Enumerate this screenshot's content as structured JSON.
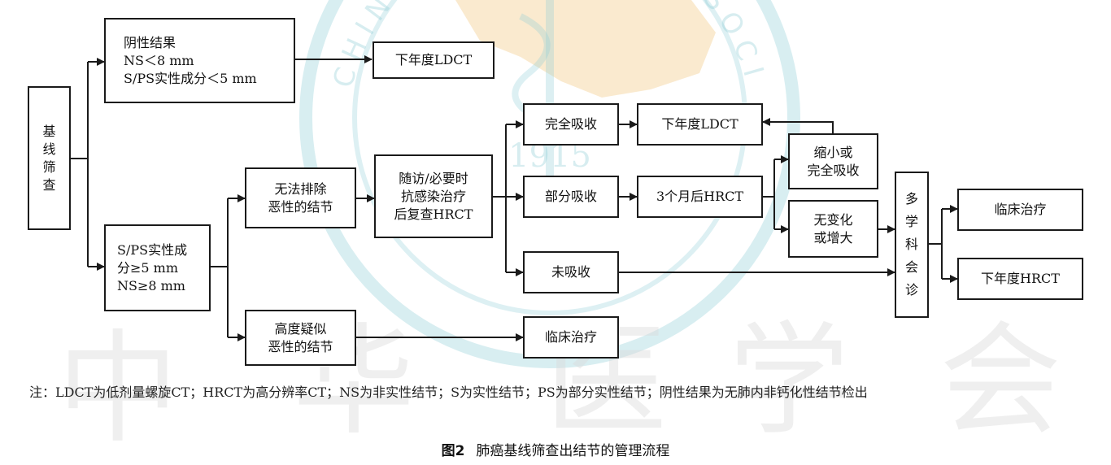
{
  "flowchart": {
    "baseline": [
      "基",
      "线",
      "筛",
      "查"
    ],
    "negative": [
      "阴性结果",
      "NS＜8 mm",
      "S/PS实性成分＜5 mm"
    ],
    "next_ldct_top": "下年度LDCT",
    "solid": [
      "S/PS实性成",
      "分≥5 mm",
      "NS≥8 mm"
    ],
    "cannot_exclude": [
      "无法排除",
      "恶性的结节"
    ],
    "highly_suspect": [
      "高度疑似",
      "恶性的结节"
    ],
    "followup": [
      "随访/必要时",
      "抗感染治疗",
      "后复查HRCT"
    ],
    "complete_absorb": "完全吸收",
    "partial_absorb": "部分吸收",
    "not_absorb": "未吸收",
    "next_ldct_mid": "下年度LDCT",
    "hrct_3m": "3个月后HRCT",
    "shrink": [
      "缩小或",
      "完全吸收"
    ],
    "no_change": [
      "无变化",
      "或增大"
    ],
    "mdt": [
      "多",
      "学",
      "科",
      "会",
      "诊"
    ],
    "clinical_treatment_right": "临床治疗",
    "next_hrct": "下年度HRCT",
    "clinical_treatment_bottom": "临床治疗"
  },
  "note": "注：LDCT为低剂量螺旋CT；HRCT为高分辨率CT；NS为非实性结节；S为实性结节；PS为部分实性结节；阴性结果为无肺内非钙化性结节检出",
  "caption": {
    "number": "图2",
    "title": "肺癌基线筛查出结节的管理流程"
  },
  "watermark": {
    "seal_text": "CHINESE MEDICAL ASSOCIATION",
    "seal_year": "1915",
    "calligraphy": [
      "中",
      "华",
      "医",
      "学",
      "会"
    ]
  },
  "colors": {
    "line": "#1a1a1a",
    "seal": "#8fcdd6",
    "map": "#f6d9a8",
    "calligraphy": "#dcdcdc"
  }
}
